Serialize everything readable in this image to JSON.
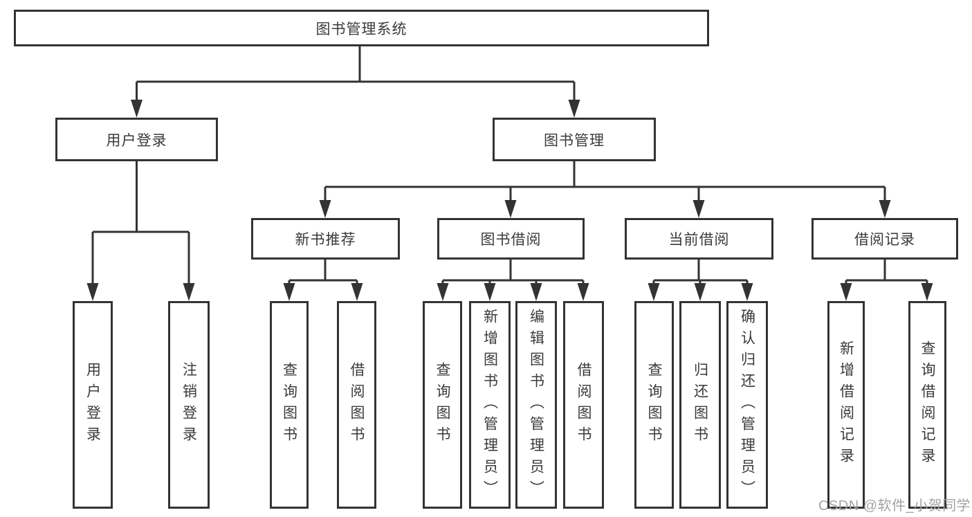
{
  "tree": {
    "root": "图书管理系统",
    "children": [
      {
        "label": "用户登录",
        "children": [
          {
            "label": "用户登录"
          },
          {
            "label": "注销登录"
          }
        ]
      },
      {
        "label": "图书管理",
        "children": [
          {
            "label": "新书推荐",
            "children": [
              {
                "label": "查询图书"
              },
              {
                "label": "借阅图书"
              }
            ]
          },
          {
            "label": "图书借阅",
            "children": [
              {
                "label": "查询图书"
              },
              {
                "label": "新增图书（管理员）"
              },
              {
                "label": "编辑图书（管理员）"
              },
              {
                "label": "借阅图书"
              }
            ]
          },
          {
            "label": "当前借阅",
            "children": [
              {
                "label": "查询图书"
              },
              {
                "label": "归还图书"
              },
              {
                "label": "确认归还（管理员）"
              }
            ]
          },
          {
            "label": "借阅记录",
            "children": [
              {
                "label": "新增借阅记录"
              },
              {
                "label": "查询借阅记录"
              }
            ]
          }
        ]
      }
    ]
  },
  "colors": {
    "line": "#333333",
    "text": "#3a3a3a",
    "watermark": "#a3a3a3"
  },
  "watermark": {
    "text": "CSDN @软件_小贺同学"
  }
}
